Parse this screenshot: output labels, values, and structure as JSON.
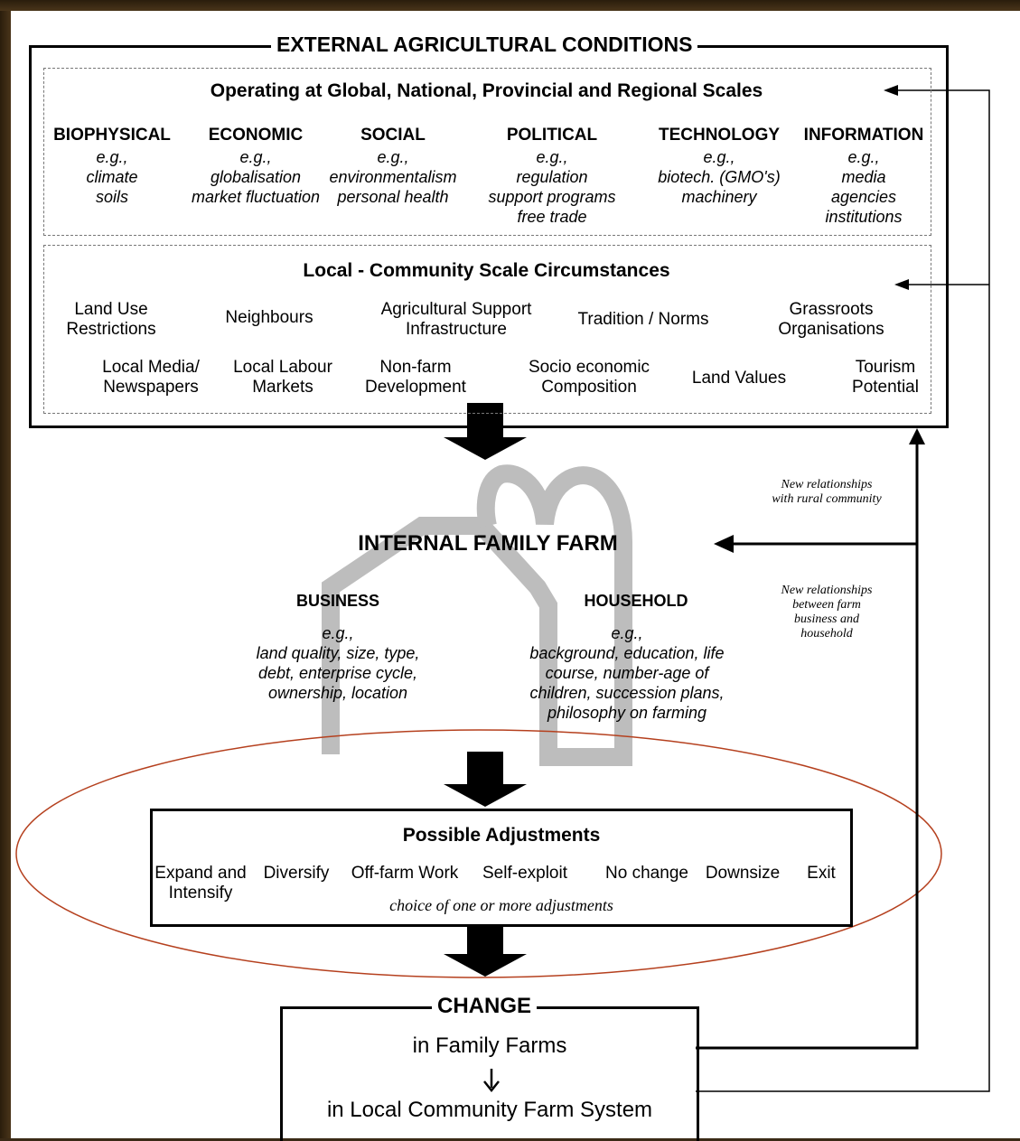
{
  "external": {
    "title": "EXTERNAL AGRICULTURAL CONDITIONS",
    "global": {
      "title": "Operating at Global, National, Provincial  and Regional Scales",
      "categories": [
        {
          "name": "BIOPHYSICAL",
          "lines": [
            "e.g.,",
            "climate",
            "soils"
          ]
        },
        {
          "name": "ECONOMIC",
          "lines": [
            "e.g.,",
            "globalisation",
            "market fluctuation"
          ]
        },
        {
          "name": "SOCIAL",
          "lines": [
            "e.g.,",
            "environmentalism",
            "personal health"
          ]
        },
        {
          "name": "POLITICAL",
          "lines": [
            "e.g.,",
            "regulation",
            "support programs",
            "free trade"
          ]
        },
        {
          "name": "TECHNOLOGY",
          "lines": [
            "e.g.,",
            "biotech. (GMO's)",
            "machinery"
          ]
        },
        {
          "name": "INFORMATION",
          "lines": [
            "e.g.,",
            "media",
            "agencies",
            "institutions"
          ]
        }
      ]
    },
    "local": {
      "title": "Local - Community Scale Circumstances",
      "row1": [
        [
          "Land Use",
          "Restrictions"
        ],
        [
          "Neighbours"
        ],
        [
          "Agricultural Support",
          "Infrastructure"
        ],
        [
          "Tradition / Norms"
        ],
        [
          "Grassroots",
          "Organisations"
        ]
      ],
      "row2": [
        [
          "Local Media/",
          "Newspapers"
        ],
        [
          "Local Labour",
          "Markets"
        ],
        [
          "Non-farm",
          "Development"
        ],
        [
          "Socio economic",
          "Composition"
        ],
        [
          "Land Values"
        ],
        [
          "Tourism",
          "Potential"
        ]
      ]
    }
  },
  "farm": {
    "title": "INTERNAL FAMILY FARM",
    "business": {
      "title": "BUSINESS",
      "lines": [
        "e.g.,",
        "land quality, size, type,",
        "debt, enterprise cycle,",
        "ownership, location"
      ]
    },
    "household": {
      "title": "HOUSEHOLD",
      "lines": [
        "e.g.,",
        "background, education, life",
        "course, number-age of",
        "children, succession plans,",
        "philosophy on farming"
      ]
    }
  },
  "side_notes": {
    "community": [
      "New relationships",
      "with rural community"
    ],
    "household": [
      "New relationships",
      "between farm",
      "business and",
      "household"
    ]
  },
  "adjustments": {
    "title": "Possible Adjustments",
    "options": [
      [
        "Expand and",
        "Intensify"
      ],
      [
        "Diversify"
      ],
      [
        "Off-farm Work"
      ],
      [
        "Self-exploit"
      ],
      [
        "No change"
      ],
      [
        "Downsize"
      ],
      [
        "Exit"
      ]
    ],
    "note": "choice of one or more adjustments"
  },
  "change": {
    "title": "CHANGE",
    "line1": "in Family Farms",
    "line2": "in Local Community Farm System"
  },
  "colors": {
    "ellipse": "#b5401e",
    "barn": "#bdbdbd",
    "frame": "#3a2a16"
  }
}
